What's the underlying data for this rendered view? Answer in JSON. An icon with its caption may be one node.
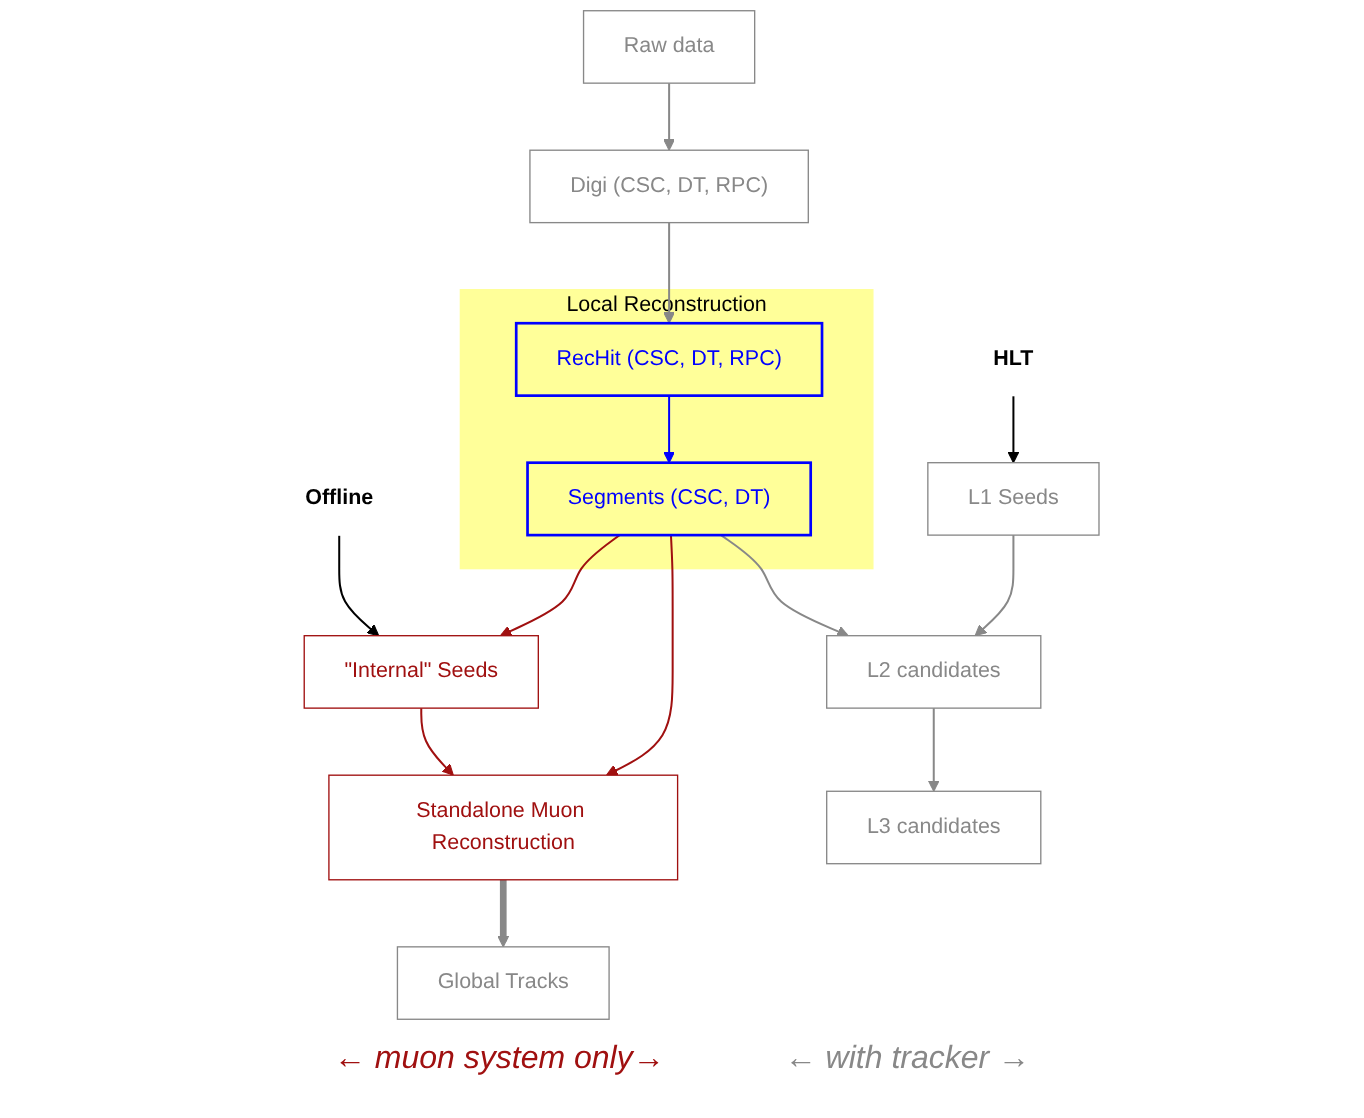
{
  "diagram": {
    "nodes": [
      {
        "text": [
          "Raw data"
        ]
      },
      {
        "text": [
          "Digi (CSC, DT, RPC)"
        ]
      },
      {
        "text": [
          "Local Reconstruction"
        ]
      },
      {
        "text": [
          "RecHit (CSC, DT, RPC)"
        ],
        "in": 2
      },
      {
        "text": [
          "Segments (CSC, DT)"
        ],
        "in": 2
      },
      {
        "text": [
          "Offline"
        ]
      },
      {
        "text": [
          "HLT"
        ]
      },
      {
        "text": [
          "\"Internal\" Seeds"
        ]
      },
      {
        "text": [
          "L1 Seeds"
        ]
      },
      {
        "text": [
          "Standalone Muon Reconstruction"
        ]
      },
      {
        "text": [
          "L2 candidates"
        ]
      },
      {
        "text": [
          "Global Tracks"
        ]
      },
      {
        "text": [
          "L3 candidates"
        ]
      }
    ],
    "edges": [
      {
        "from": 0,
        "to": 1,
        "arrow": "to"
      },
      {
        "from": 1,
        "to": 3,
        "arrow": "to"
      },
      {
        "from": 3,
        "to": 4,
        "arrow": "to",
        "color": "#0000ff"
      },
      {
        "from": 5,
        "to": 7,
        "arrow": "to",
        "color": "#000000"
      },
      {
        "from": 4,
        "to": 7,
        "arrow": "to",
        "color": "#a01010"
      },
      {
        "from": 7,
        "to": 9,
        "arrow": "to",
        "color": "#a01010"
      },
      {
        "from": 4,
        "to": 9,
        "arrow": "to",
        "color": "#a01010"
      },
      {
        "from": 4,
        "to": 10,
        "arrow": "to"
      },
      {
        "from": 6,
        "to": 8,
        "arrow": "to",
        "color": "#000000"
      },
      {
        "from": 8,
        "to": 10,
        "arrow": "to"
      },
      {
        "from": 9,
        "to": 11,
        "arrow": "to",
        "style": "thick"
      },
      {
        "from": 10,
        "to": 12,
        "arrow": "to"
      }
    ],
    "labels": [
      "← muon system only→",
      "← with tracker →"
    ]
  }
}
